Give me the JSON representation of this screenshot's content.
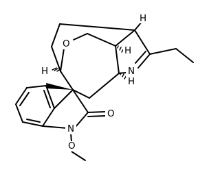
{
  "atoms": {
    "H_top": "H",
    "H_bridge": "H",
    "H_left": "H",
    "H_right": "H",
    "O_ether": "O",
    "N_imine": "N",
    "O_carbonyl": "O",
    "N_lactam": "N",
    "O_methoxy": "O"
  }
}
